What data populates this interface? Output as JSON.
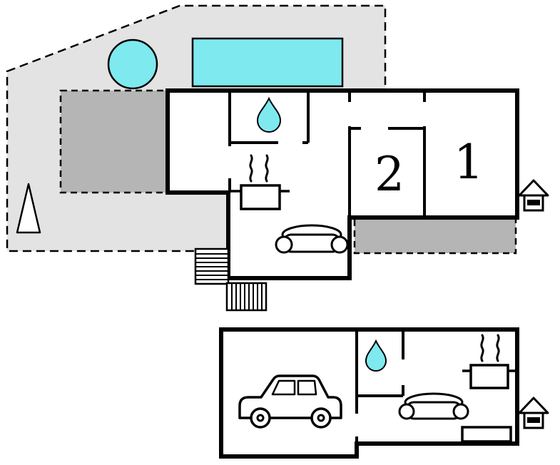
{
  "plan": {
    "labels": {
      "room1": "1",
      "room2": "2"
    },
    "colors": {
      "water": "#7fe9f0",
      "property": "#e3e3e3",
      "terrace": "#b5b5b5",
      "wall": "#000000",
      "floor": "#ffffff"
    },
    "icons": {
      "water_drop": "water-drop",
      "stove": "pot-with-steam",
      "sofa": "sofa",
      "car": "car",
      "stairs": "stairs",
      "entrance": "entrance-house",
      "tree": "tree",
      "pool": "rectangular-pool",
      "round_pool": "round-pool"
    }
  }
}
